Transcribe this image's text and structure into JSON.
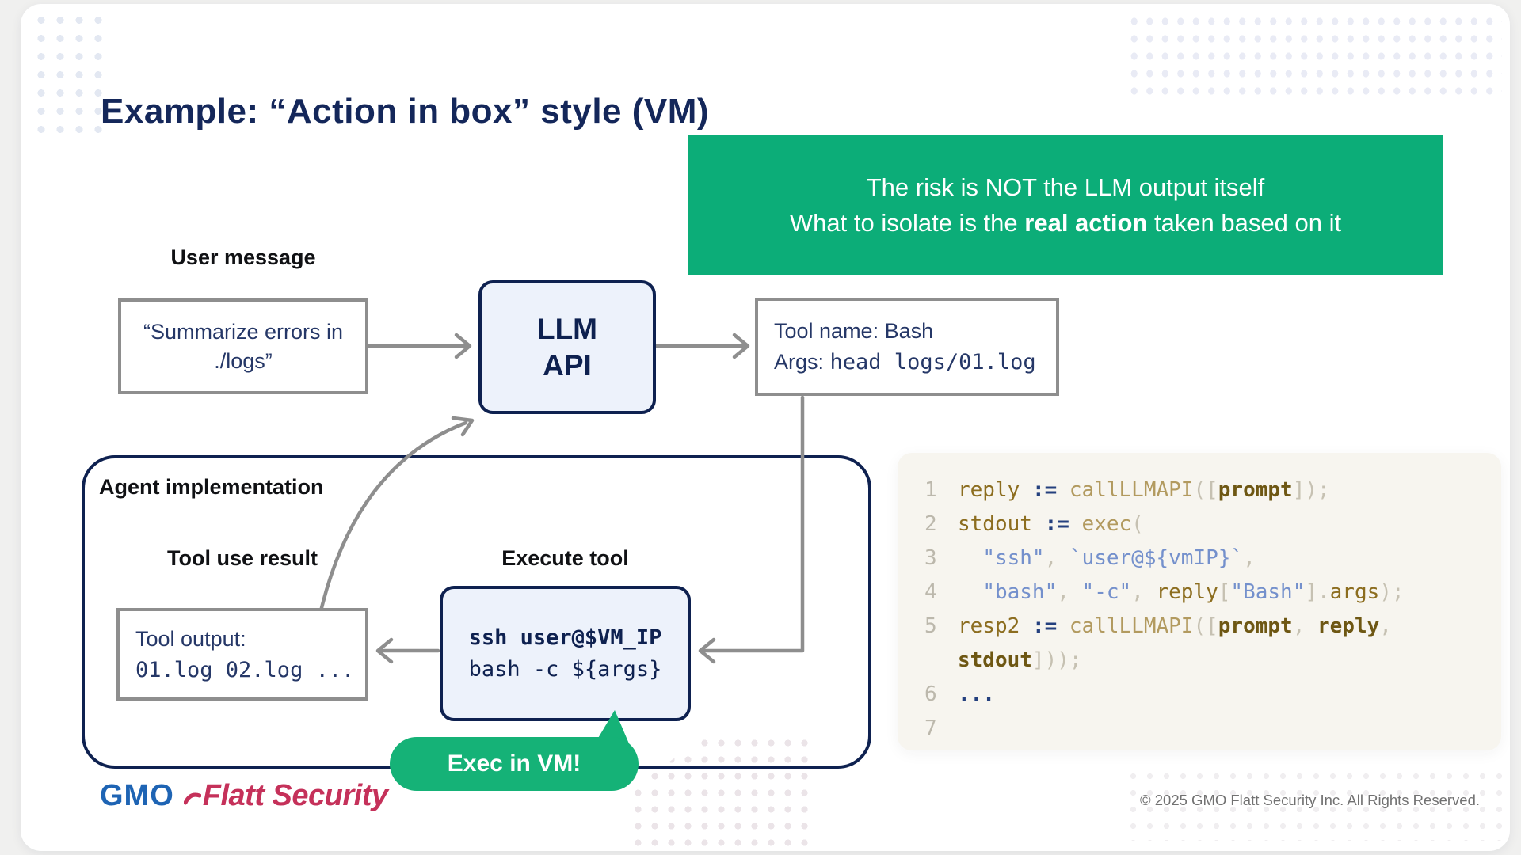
{
  "slide": {
    "title": "Example: “Action in box” style (VM)",
    "banner": {
      "line1": "The risk is NOT the LLM output itself",
      "line2_before": "What to isolate is the ",
      "line2_bold": "real action",
      "line2_after": " taken based on it"
    },
    "user_message": {
      "label": "User message",
      "line1": "“Summarize errors in",
      "line2": "./logs”"
    },
    "llm_box": {
      "line1": "LLM",
      "line2": "API"
    },
    "tool_call_box": {
      "line1": "Tool name: Bash",
      "args_label": "Args: ",
      "args_code": "head logs/01.log"
    },
    "agent_box": {
      "label": "Agent implementation"
    },
    "tool_result_box": {
      "label": "Tool use result",
      "line1": "Tool output:",
      "line2": "01.log 02.log ..."
    },
    "execute_box": {
      "label": "Execute tool",
      "line1": "ssh user@$VM_IP",
      "line2": "bash -c ${args}"
    },
    "bubble": {
      "text": "Exec in VM!"
    },
    "footer": {
      "logo_gmo": "GMO",
      "logo_flatt": "Flatt Security",
      "copyright": "© 2025 GMO Flatt Security Inc. All Rights Reserved."
    }
  },
  "theme": {
    "navy": "#0E2150",
    "title_navy": "#14275A",
    "text_navy": "#253767",
    "green_banner": "#0CAD78",
    "green_bubble": "#15B277",
    "border_gray": "#8E8E8E",
    "code_bg": "#F7F5EF",
    "logo_blue": "#1E64B4",
    "logo_red": "#C5315A",
    "copyright_gray": "#717171"
  },
  "code_panel": {
    "lines": [
      {
        "num": "1",
        "tokens": [
          {
            "t": "reply",
            "c": "var"
          },
          {
            "t": " ",
            "c": "punc"
          },
          {
            "t": ":=",
            "c": "op"
          },
          {
            "t": " ",
            "c": "punc"
          },
          {
            "t": "callLLMAPI",
            "c": "fn"
          },
          {
            "t": "([",
            "c": "punc"
          },
          {
            "t": "prompt",
            "c": "param"
          },
          {
            "t": "]);",
            "c": "punc"
          }
        ]
      },
      {
        "num": "2",
        "tokens": [
          {
            "t": "stdout",
            "c": "var"
          },
          {
            "t": " ",
            "c": "punc"
          },
          {
            "t": ":=",
            "c": "op"
          },
          {
            "t": " ",
            "c": "punc"
          },
          {
            "t": "exec",
            "c": "fn"
          },
          {
            "t": "(",
            "c": "punc"
          }
        ]
      },
      {
        "num": "3",
        "tokens": [
          {
            "t": "  ",
            "c": "punc"
          },
          {
            "t": "\"ssh\"",
            "c": "str"
          },
          {
            "t": ", ",
            "c": "punc"
          },
          {
            "t": "`user@${vmIP}`",
            "c": "str"
          },
          {
            "t": ",",
            "c": "punc"
          }
        ]
      },
      {
        "num": "4",
        "tokens": [
          {
            "t": "  ",
            "c": "punc"
          },
          {
            "t": "\"bash\"",
            "c": "str"
          },
          {
            "t": ", ",
            "c": "punc"
          },
          {
            "t": "\"-c\"",
            "c": "str"
          },
          {
            "t": ", ",
            "c": "punc"
          },
          {
            "t": "reply",
            "c": "var"
          },
          {
            "t": "[",
            "c": "punc"
          },
          {
            "t": "\"Bash\"",
            "c": "str"
          },
          {
            "t": "].",
            "c": "punc"
          },
          {
            "t": "args",
            "c": "var"
          },
          {
            "t": ");",
            "c": "punc"
          }
        ]
      },
      {
        "num": "5",
        "tokens": [
          {
            "t": "resp2",
            "c": "var"
          },
          {
            "t": " ",
            "c": "punc"
          },
          {
            "t": ":=",
            "c": "op"
          },
          {
            "t": " ",
            "c": "punc"
          },
          {
            "t": "callLLMAPI",
            "c": "fn"
          },
          {
            "t": "([",
            "c": "punc"
          },
          {
            "t": "prompt",
            "c": "param"
          },
          {
            "t": ", ",
            "c": "punc"
          },
          {
            "t": "reply",
            "c": "param"
          },
          {
            "t": ",",
            "c": "punc"
          }
        ]
      },
      {
        "num": "",
        "tokens": [
          {
            "t": "stdout",
            "c": "param"
          },
          {
            "t": "]));",
            "c": "punc"
          }
        ]
      },
      {
        "num": "6",
        "tokens": [
          {
            "t": "...",
            "c": "op"
          }
        ]
      },
      {
        "num": "7",
        "tokens": []
      }
    ]
  }
}
